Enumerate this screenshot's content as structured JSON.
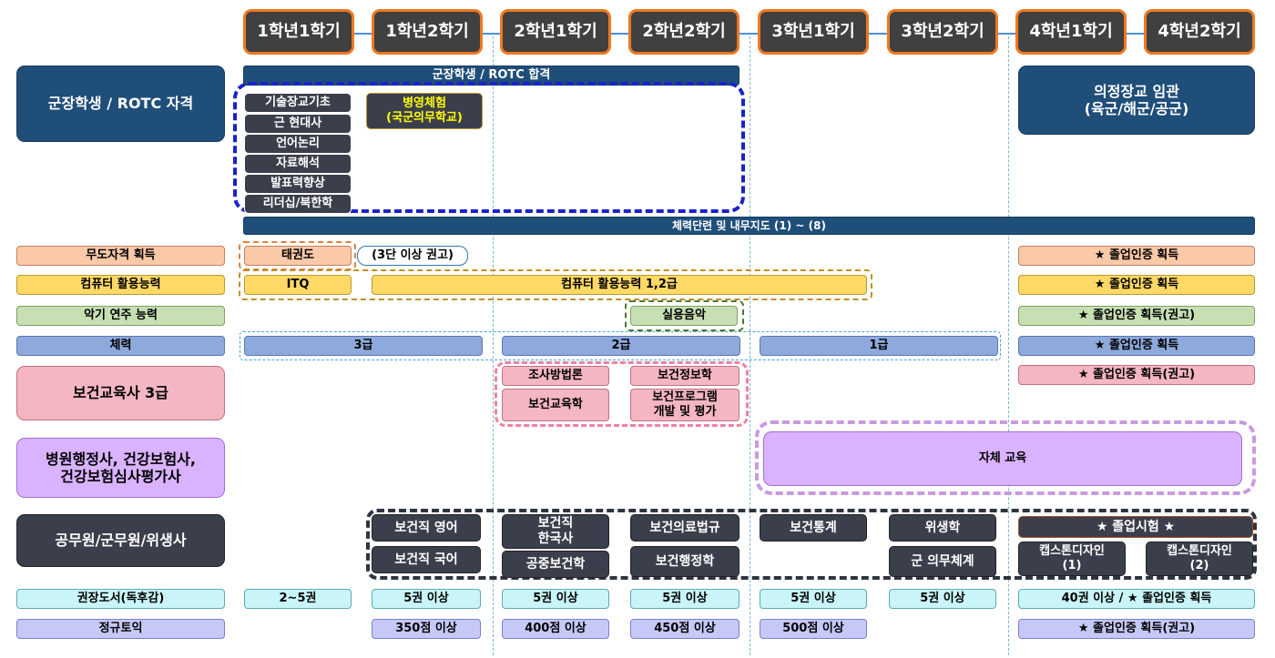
{
  "semesters": [
    "1학년1학기",
    "1학년2학기",
    "2학년1학기",
    "2학년2학기",
    "3학년1학기",
    "3학년2학기",
    "4학년1학기",
    "4학년2학기"
  ],
  "rotc": {
    "category": "군장학생 / ROTC 자격",
    "pass_banner": "군장학생 / ROTC 합격",
    "courses": [
      "기술장교기초",
      "근 현대사",
      "언어논리",
      "자료해석",
      "발표력향상",
      "리더십/북한학"
    ],
    "camp": "병영체험\n(국군의무학교)",
    "commission": "의정장교 임관\n(육군/해군/공군)",
    "training_banner": "체력단련 및 내무지도 (1) ~ (8)"
  },
  "martial": {
    "category": "무도자격 획득",
    "taekwondo": "태권도",
    "note": "(3단 이상 권고)",
    "grad": "★ 졸업인증 획득"
  },
  "computer": {
    "category": "컴퓨터 활용능력",
    "itq": "ITQ",
    "cert": "컴퓨터 활용능력 1,2급",
    "grad": "★ 졸업인증 획득"
  },
  "music": {
    "category": "악기 연주 능력",
    "course": "실용음악",
    "grad": "★ 졸업인증 획득(권고)"
  },
  "fitness": {
    "category": "체력",
    "levels": [
      "3급",
      "2급",
      "1급"
    ],
    "grad": "★ 졸업인증 획득"
  },
  "health_edu": {
    "category": "보건교육사 3급",
    "courses": [
      "조사방법론",
      "보건정보학",
      "보건교육학",
      "보건프로그램\n개발 및 평가"
    ],
    "grad": "★ 졸업인증 획득(권고)"
  },
  "hospital": {
    "category": "병원행정사, 건강보험사,\n건강보험심사평가사",
    "self_study": "자체 교육"
  },
  "civil": {
    "category": "공무원/군무원/위생사",
    "courses": [
      "보건직 영어",
      "보건직 국어",
      "보건직\n한국사",
      "공중보건학",
      "보건의료법규",
      "보건행정학",
      "보건통계",
      "위생학",
      "군 의무체계"
    ],
    "exam": "★ 졸업시험 ★",
    "capstone": [
      "캡스톤디자인\n(1)",
      "캡스톤디자인\n(2)"
    ]
  },
  "books": {
    "category": "권장도서(독후감)",
    "values": [
      "2~5권",
      "5권 이상",
      "5권 이상",
      "5권 이상",
      "5권 이상",
      "5권 이상"
    ],
    "grad": "40권 이상 / ★ 졸업인증 획득"
  },
  "toeic": {
    "category": "정규토익",
    "values": [
      "350점 이상",
      "400점 이상",
      "450점 이상",
      "500점 이상"
    ],
    "grad": "★ 졸업인증 획득(권고)"
  },
  "colors": {
    "semester_border": "#f07820",
    "navy": "#1f4e79",
    "dark": "#3b3f4c"
  }
}
